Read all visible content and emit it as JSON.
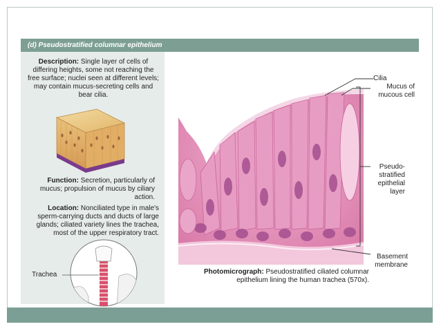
{
  "panel": {
    "header": "(d)  Pseudostratified columnar epithelium"
  },
  "description": {
    "label": "Description:",
    "text": " Single layer of cells of differing heights, some not reaching the free surface; nuclei seen at different levels; may contain mucus-secreting cells and bear cilia."
  },
  "function": {
    "label": "Function:",
    "text": " Secretion, particularly of mucus; propulsion of mucus by ciliary action."
  },
  "location": {
    "label": "Location:",
    "text": " Nonciliated type in male's sperm-carrying ducts and ducts of large glands; ciliated variety lines the trachea, most of the upper respiratory tract."
  },
  "trachea_label": "Trachea",
  "labels": {
    "cilia": "Cilia",
    "mucus_cell": "Mucus of mucous cell",
    "pseudo_layer": "Pseudo-stratified epithelial layer",
    "basement": "Basement membrane"
  },
  "caption": {
    "label": "Photomicrograph:",
    "text": " Pseudostratified ciliated columnar epithelium lining the human trachea (570x)."
  },
  "colors": {
    "header_bg": "#7d9f93",
    "left_panel_bg": "#e6ece9",
    "footer_bar": "#7b9f94",
    "tissue_pink": "#e58fb8",
    "nucleus_purple": "#a44f8f"
  }
}
